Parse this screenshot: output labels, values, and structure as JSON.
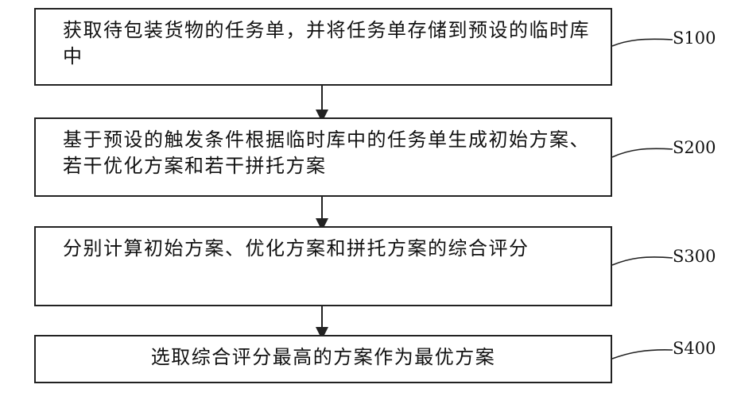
{
  "steps": [
    {
      "id": "S100",
      "label": "S100",
      "text": "获取待包装货物的任务单，并将任务单存储到预设的临时库中"
    },
    {
      "id": "S200",
      "label": "S200",
      "text": "基于预设的触发条件根据临时库中的任务单生成初始方案、若干优化方案和若干拼托方案"
    },
    {
      "id": "S300",
      "label": "S300",
      "text": "分别计算初始方案、优化方案和拼托方案的综合评分"
    },
    {
      "id": "S400",
      "label": "S400",
      "text": "选取综合评分最高的方案作为最优方案"
    }
  ]
}
